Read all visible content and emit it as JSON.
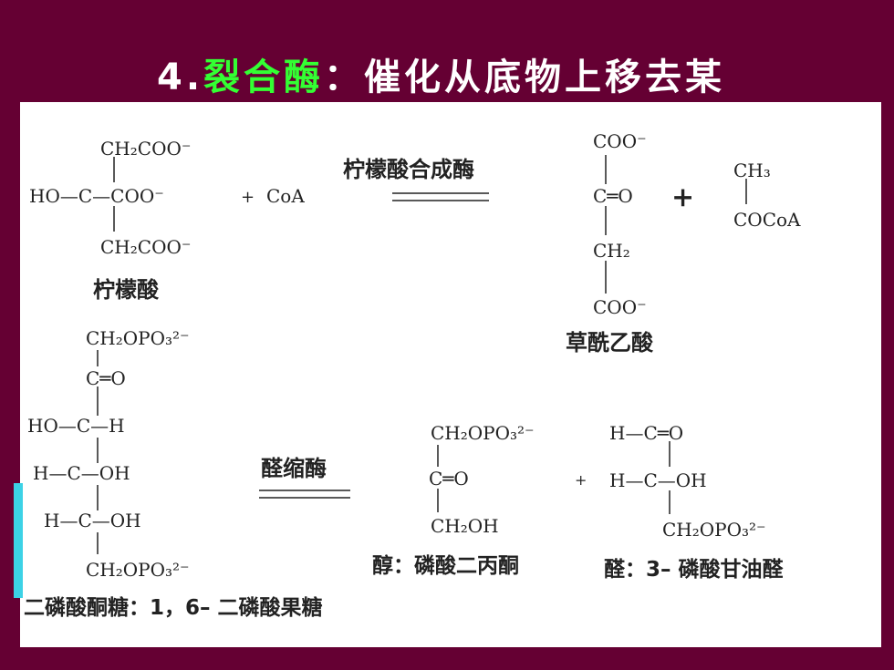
{
  "title": {
    "number": "4.",
    "highlight": "裂合酶",
    "colon": "：",
    "rest": "催化从底物上移去某"
  },
  "reaction1": {
    "reactant_top": "CH₂COO⁻",
    "reactant_ho": "HO—C—COO⁻",
    "plus1": "+",
    "coa": "CoA",
    "reactant_bottom": "CH₂COO⁻",
    "reactant_name": "柠檬酸",
    "enzyme": "柠檬酸合成酶",
    "prod_coo_top": "COO⁻",
    "prod_c_o": "C═O",
    "prod_ch2": "CH₂",
    "prod_coo_bottom": "COO⁻",
    "prod_name": "草酰乙酸",
    "plus2": "+",
    "ch3": "CH₃",
    "cocoa": "COCoA"
  },
  "reaction2": {
    "top": "CH₂OPO₃²⁻",
    "c_o": "C═O",
    "ho_c_h": "HO—C—H",
    "h_c_oh_1": "H—C—OH",
    "h_c_oh_2": "H—C—OH",
    "bottom": "CH₂OPO₃²⁻",
    "reactant_name": "二磷酸酮糖：1，6– 二磷酸果糖",
    "enzyme": "醛缩酶",
    "p1_top": "CH₂OPO₃²⁻",
    "p1_c_o": "C═O",
    "p1_bottom": "CH₂OH",
    "p1_name": "醇：磷酸二丙酮",
    "plus": "+",
    "p2_top": "H—C═O",
    "p2_mid": "H—C—OH",
    "p2_bottom": "CH₂OPO₃²⁻",
    "p2_name": "醛：3– 磷酸甘油醛"
  }
}
